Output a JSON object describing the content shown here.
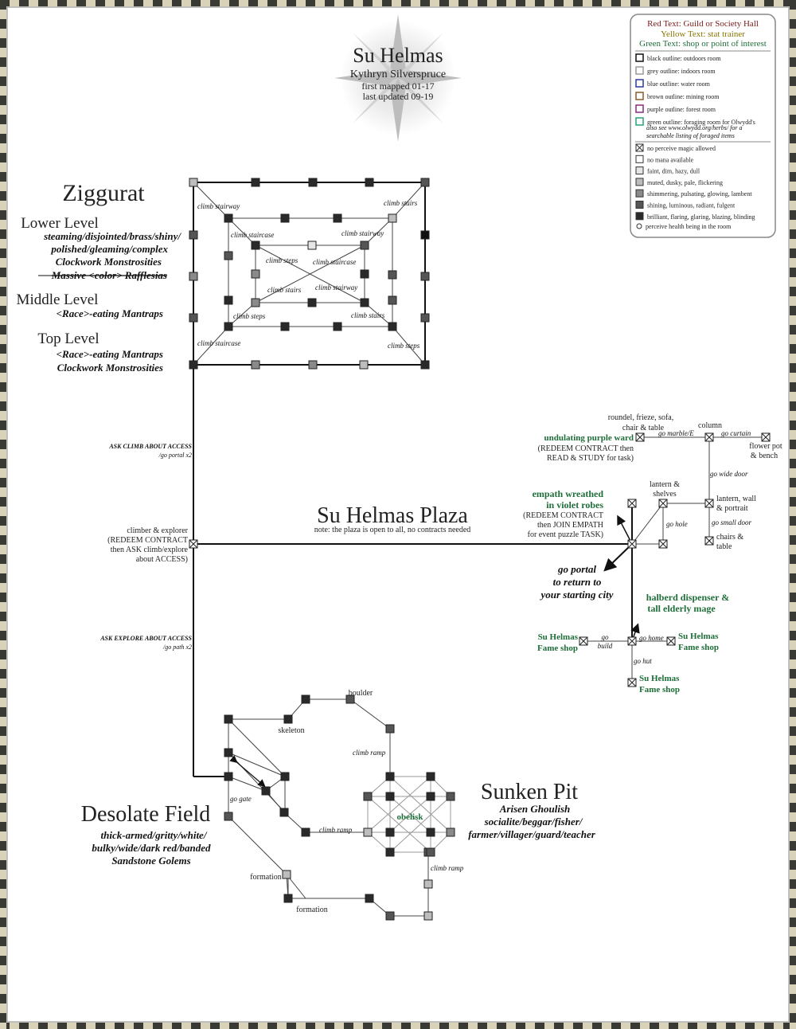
{
  "header": {
    "title": "Su Helmas",
    "author": "Kythryn Silverspruce",
    "first_mapped": "first mapped 01-17",
    "last_updated": "last updated 09-19"
  },
  "legend": {
    "red": "Red Text: Guild or Society Hall",
    "yellow": "Yellow Text: stat trainer",
    "green": "Green Text: shop or point of interest",
    "outlines": [
      {
        "label": "black outline: outdoors room",
        "color": "#111111"
      },
      {
        "label": "grey outline: indoors room",
        "color": "#9a9a9a"
      },
      {
        "label": "blue outline: water room",
        "color": "#2a3c9c"
      },
      {
        "label": "brown outline: mining room",
        "color": "#8a5a2a"
      },
      {
        "label": "purple outline: forest room",
        "color": "#8a2a7a"
      },
      {
        "label": "green outline: foraging room for Olwydd's",
        "color": "#2aa07a"
      }
    ],
    "foraging_note_1": "also see www.olwydd.org/herbs/ for a",
    "foraging_note_2": "searchable listing of foraged items",
    "fills": [
      {
        "label": "no perceive magic allowed",
        "fill": "#ffffff",
        "cross": true
      },
      {
        "label": "no mana available",
        "fill": "#ffffff",
        "cross": false
      },
      {
        "label": "faint, dim, hazy, dull",
        "fill": "#e6e6e6",
        "cross": false
      },
      {
        "label": "muted, dusky, pale, flickering",
        "fill": "#bdbdbd",
        "cross": false
      },
      {
        "label": "shimmering, pulsating, glowing, lambent",
        "fill": "#8a8a8a",
        "cross": false
      },
      {
        "label": "shining, luminous, radiant, fulgent",
        "fill": "#555555",
        "cross": false
      },
      {
        "label": "brilliant, flaring, glaring, blazing, blinding",
        "fill": "#2a2a2a",
        "cross": false
      }
    ],
    "health": "perceive health being in the room",
    "colors": {
      "red": "#7a1a1a",
      "yellow": "#8a7400",
      "green": "#1f6e3a"
    }
  },
  "ziggurat": {
    "title": "Ziggurat",
    "lower": "Lower Level",
    "lower_c1": "steaming/disjointed/brass/shiny/",
    "lower_c2": "polished/gleaming/complex",
    "lower_c3": "Clockwork Monstrosities",
    "lower_c4": "Massive <color> Rafflesias",
    "middle": "Middle Level",
    "middle_c1": "<Race>-eating Mantraps",
    "top": "Top Level",
    "top_c1": "<Race>-eating Mantraps",
    "top_c2": "Clockwork Monstrosities",
    "labels": {
      "climb_stairway_1": "climb stairway",
      "climb_stairs_1": "climb stairs",
      "climb_staircase_1": "climb staircase",
      "climb_stairway_2": "climb stairway",
      "climb_steps_1": "climb steps",
      "climb_staircase_2": "climb staircase",
      "climb_stairs_2": "climb stairs",
      "climb_stairway_3": "climb stairway",
      "climb_steps_2": "climb steps",
      "climb_stairs_3": "climb stairs",
      "climb_staircase_3": "climb staircase",
      "climb_steps_3": "climb steps"
    }
  },
  "plaza": {
    "title": "Su Helmas Plaza",
    "note": "note: the plaza is open to all, no contracts needed",
    "ask_climb": "ASK CLIMB ABOUT ACCESS",
    "go_portal_x2": "/go portal x2",
    "climber_1": "climber & explorer",
    "climber_2": "(REDEEM CONTRACT",
    "climber_3": "then ASK climb/explore",
    "climber_4": "about ACCESS)",
    "ask_explore": "ASK EXPLORE ABOUT ACCESS",
    "go_path_x2": "/go path x2",
    "empath_1": "empath wreathed",
    "empath_2": "in violet robes",
    "empath_3": "(REDEEM CONTRACT",
    "empath_4": "then JOIN EMPATH",
    "empath_5": "for event puzzle TASK)",
    "portal_1": "go portal",
    "portal_2": "to return to",
    "portal_3": "your starting city",
    "halberd_1": "halberd dispenser &",
    "halberd_2": "tall elderly mage",
    "fame_left_1": "Su Helmas",
    "fame_left_2": "Fame shop",
    "fame_right_1": "Su Helmas",
    "fame_right_2": "Fame shop",
    "fame_bottom_1": "Su Helmas",
    "fame_bottom_2": "Fame shop",
    "go_build_1": "go",
    "go_build_2": "build",
    "go_home": "go home",
    "go_hut": "go hut",
    "go_hole": "go hole",
    "lantern_shelves_1": "lantern &",
    "lantern_shelves_2": "shelves",
    "lantern_wall_1": "lantern, wall",
    "lantern_wall_2": "& portrait",
    "chairs_1": "chairs &",
    "chairs_2": "table",
    "go_small_door": "go small door",
    "go_wide_door": "go wide door",
    "column": "column",
    "roundel_1": "roundel, frieze, sofa,",
    "roundel_2": "chair & table",
    "go_marble": "go marble/E",
    "go_curtain": "go curtain",
    "flower_1": "flower pot",
    "flower_2": "& bench",
    "ward_1": "undulating purple ward",
    "ward_2": "(REDEEM CONTRACT then",
    "ward_3": "READ & STUDY for task)"
  },
  "field": {
    "title": "Desolate Field",
    "c1": "thick-armed/gritty/white/",
    "c2": "bulky/wide/dark red/banded",
    "c3": "Sandstone Golems",
    "boulder": "boulder",
    "skeleton": "skeleton",
    "go_gate": "go gate",
    "formation_1": "formation",
    "formation_2": "formation",
    "climb_ramp_1": "climb ramp",
    "climb_ramp_2": "climb ramp",
    "climb_ramp_3": "climb ramp"
  },
  "pit": {
    "title": "Sunken Pit",
    "c1": "Arisen Ghoulish",
    "c2": "socialite/beggar/fisher/",
    "c3": "farmer/villager/guard/teacher",
    "obelisk": "obelisk"
  }
}
